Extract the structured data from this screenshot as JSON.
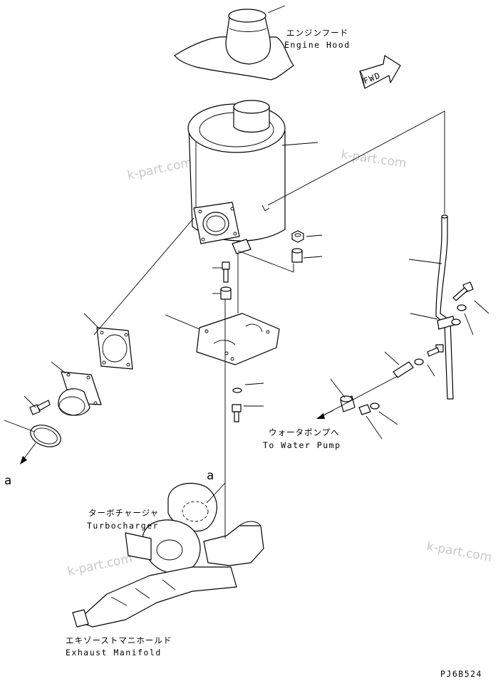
{
  "labels": {
    "engine_hood_jp": "エンジンフード",
    "engine_hood_en": "Engine Hood",
    "fwd": "FWD",
    "to_water_pump_jp": "ウォータポンプへ",
    "to_water_pump_en": "To Water Pump",
    "turbocharger_jp": "ターボチャージャ",
    "turbocharger_en": "Turbocharger",
    "exhaust_manifold_jp": "エキゾーストマニホールド",
    "exhaust_manifold_en": "Exhaust Manifold",
    "ref_a_left": "a",
    "ref_a_turbo": "a",
    "drawing_code": "PJ6B524"
  },
  "watermark": {
    "text": "k-part.com",
    "color": "#c8c8c8"
  }
}
